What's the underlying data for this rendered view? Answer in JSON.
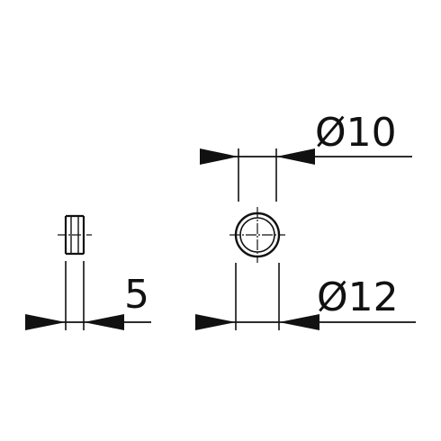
{
  "dimensions": {
    "side_width": "5",
    "inner_diameter": "Ø10",
    "outer_diameter": "Ø12"
  },
  "colors": {
    "line": "#111111",
    "background": "#ffffff"
  }
}
